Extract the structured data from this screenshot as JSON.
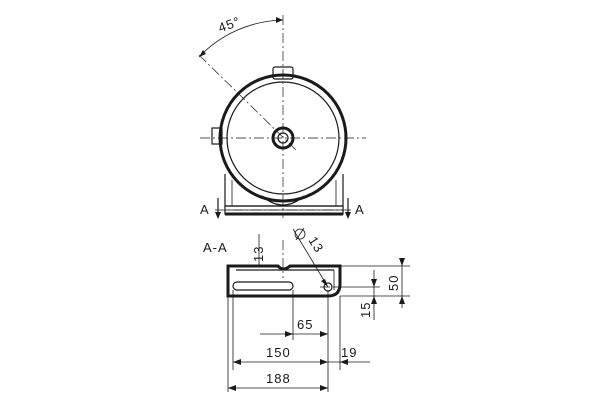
{
  "front_view": {
    "angle_label": "45°",
    "section_left": "A",
    "section_right": "A"
  },
  "section_view": {
    "title": "A-A",
    "dim_top": "13",
    "dim_hole": "13",
    "dim_height": "50",
    "dim_hole_height": "15",
    "dim_slot_offset": "65",
    "dim_slot_span": "150",
    "dim_end": "19",
    "dim_total": "188"
  }
}
